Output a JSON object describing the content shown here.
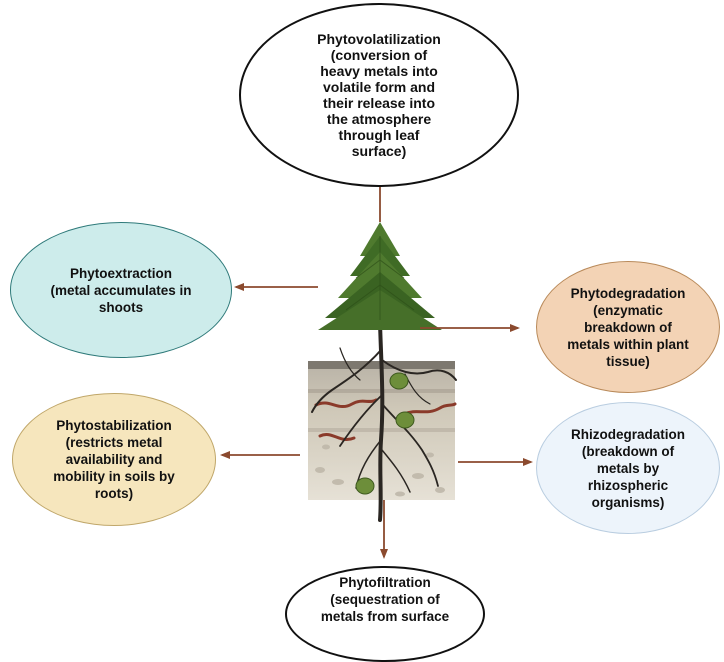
{
  "colors": {
    "arrow": "#8b4a2e",
    "volatilization_fill": "#ffffff",
    "extraction_fill": "#cdeceb",
    "degradation_fill": "#f3d3b5",
    "stabilization_fill": "#f6e6bd",
    "rhizodegradation_fill": "#edf4fb",
    "filtration_fill": "#ffffff"
  },
  "nodes": {
    "phytovolatilization": "Phytovolatilization\n(conversion of\nheavy metals into\nvolatile form and\ntheir release into\nthe atmosphere\nthrough leaf\nsurface)",
    "phytoextraction": "Phytoextraction\n(metal accumulates in\nshoots",
    "phytodegradation": "Phytodegradation\n(enzymatic\nbreakdown of\nmetals within plant\ntissue)",
    "phytostabilization": "Phytostabilization\n(restricts metal\navailability and\nmobility in soils by\nroots)",
    "rhizodegradation": "Rhizodegradation\n(breakdown of\nmetals by\nrhizospheric\norganisms)",
    "phytofiltration": "Phytofiltration\n(sequestration of\nmetals from surface"
  },
  "center_icon": "conifer-tree-with-roots-in-soil-icon"
}
